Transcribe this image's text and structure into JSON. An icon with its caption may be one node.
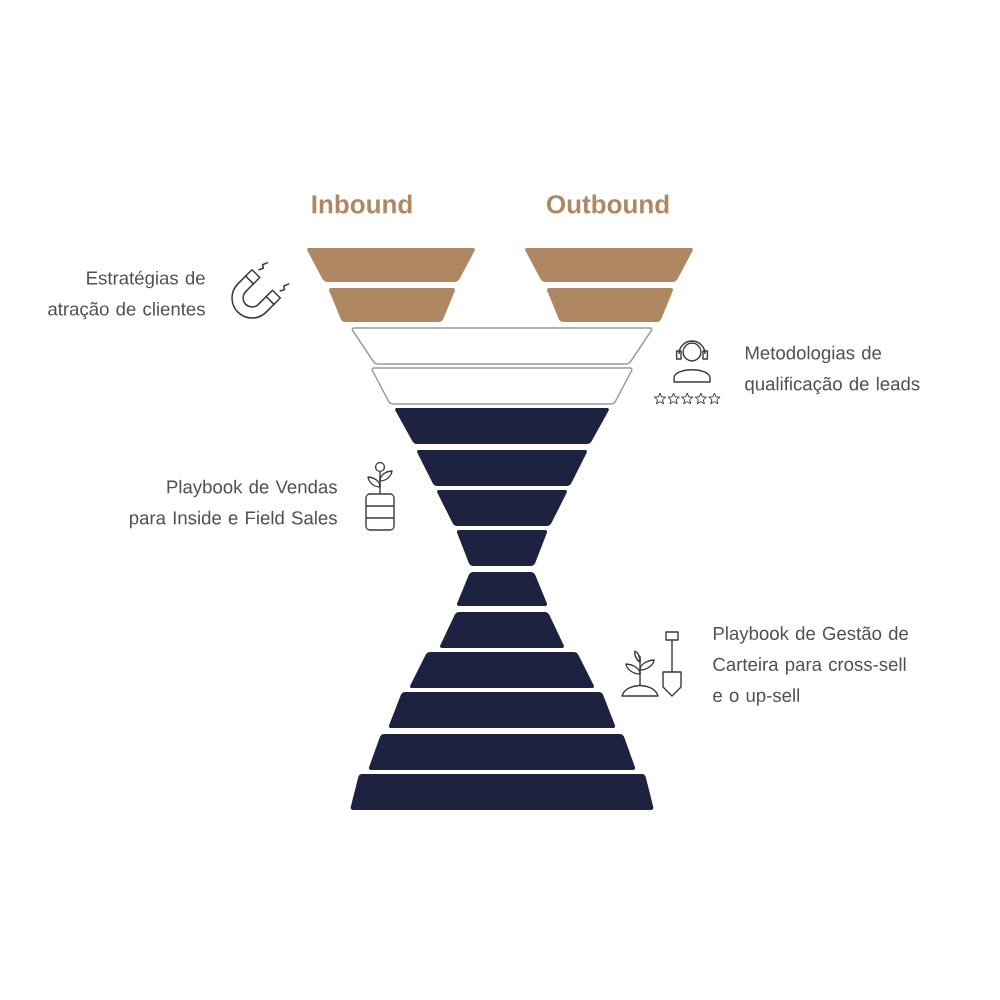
{
  "diagram": {
    "nodes": [
      {
        "text": [],
        "shape": "band"
      },
      {
        "text": [],
        "shape": "band"
      },
      {
        "text": [],
        "shape": "band"
      },
      {
        "text": [],
        "shape": "band"
      },
      {
        "text": [],
        "shape": "band"
      },
      {
        "text": [],
        "shape": "band"
      },
      {
        "text": [],
        "shape": "band"
      },
      {
        "text": [],
        "shape": "band"
      },
      {
        "text": [],
        "shape": "band"
      },
      {
        "text": [],
        "shape": "band"
      },
      {
        "text": [],
        "shape": "band"
      },
      {
        "text": [],
        "shape": "band"
      },
      {
        "text": [],
        "shape": "band"
      },
      {
        "text": [],
        "shape": "band"
      },
      {
        "text": [],
        "shape": "band"
      },
      {
        "text": [],
        "shape": "band"
      }
    ],
    "labels": [
      "Inbound",
      "Outbound",
      "Estratégias de atração de clientes",
      "Metodologias de qualificação de leads",
      "Playbook de Vendas para Inside e Field Sales",
      "Playbook de Gestão de Carteira para cross-sell e o up-sell"
    ]
  }
}
